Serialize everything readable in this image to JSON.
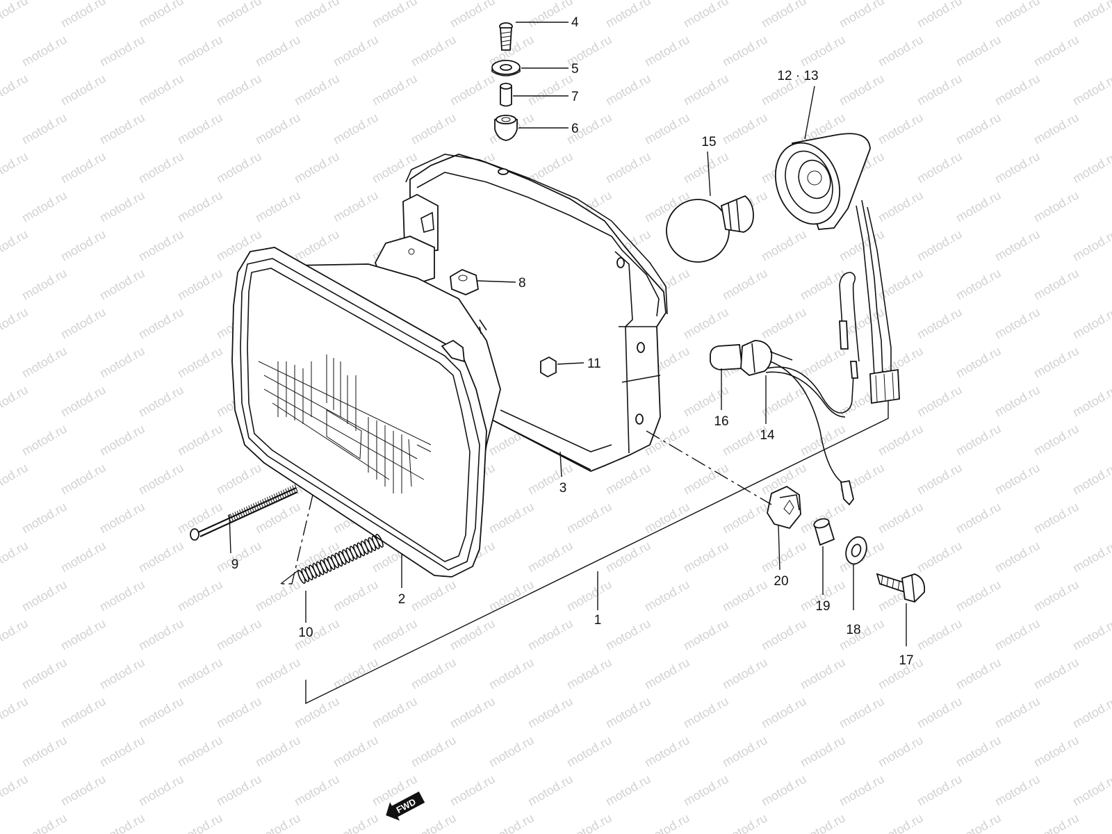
{
  "diagram": {
    "watermark": "motod.ru",
    "callouts": [
      {
        "id": "4",
        "text": "4"
      },
      {
        "id": "5",
        "text": "5"
      },
      {
        "id": "7",
        "text": "7"
      },
      {
        "id": "6",
        "text": "6"
      },
      {
        "id": "12-13",
        "text": "12-13"
      },
      {
        "id": "15",
        "text": "15"
      },
      {
        "id": "8",
        "text": "8"
      },
      {
        "id": "11",
        "text": "11"
      },
      {
        "id": "16",
        "text": "16"
      },
      {
        "id": "14",
        "text": "14"
      },
      {
        "id": "3",
        "text": "3"
      },
      {
        "id": "9",
        "text": "9"
      },
      {
        "id": "2",
        "text": "2"
      },
      {
        "id": "1",
        "text": "1"
      },
      {
        "id": "10",
        "text": "10"
      },
      {
        "id": "20",
        "text": "20"
      },
      {
        "id": "19",
        "text": "19"
      },
      {
        "id": "18",
        "text": "18"
      },
      {
        "id": "17",
        "text": "17"
      }
    ],
    "direction_label": "FWD"
  }
}
